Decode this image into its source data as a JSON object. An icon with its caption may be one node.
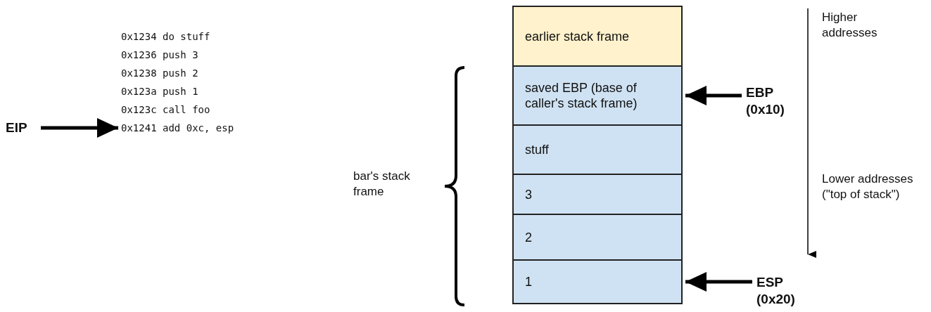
{
  "diagram": {
    "nodes": [
      {
        "text": [
          "EIP"
        ]
      },
      {
        "text": [
          "0x1241 add 0xc, esp"
        ]
      },
      {
        "text": [
          "earlier stack frame"
        ]
      },
      {
        "text": [
          "saved EBP (base of caller's stack frame)"
        ]
      },
      {
        "text": [
          "stuff"
        ]
      },
      {
        "text": [
          "3"
        ]
      },
      {
        "text": [
          "2"
        ]
      },
      {
        "text": [
          "1"
        ]
      },
      {
        "text": [
          "EBP (0x10)"
        ]
      },
      {
        "text": [
          "ESP (0x20)"
        ]
      }
    ],
    "edges": [
      {
        "from": 0,
        "to": 1,
        "arrow": "to"
      },
      {
        "from": 8,
        "to": 3,
        "arrow": "to"
      },
      {
        "from": 9,
        "to": 7,
        "arrow": "to"
      }
    ],
    "labels": [
      "0x1234 do stuff",
      "0x1236 push 3",
      "0x1238 push 2",
      "0x123a push 1",
      "0x123c call foo",
      "bar's stack frame",
      "Higher addresses",
      "Lower addresses (\"top of stack\")"
    ]
  }
}
